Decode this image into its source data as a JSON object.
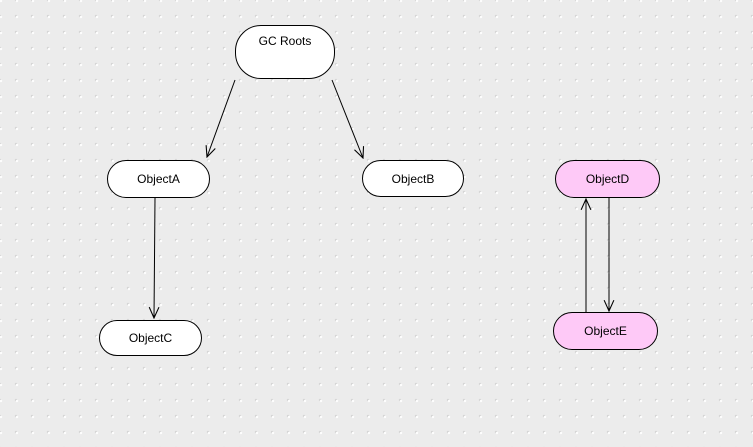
{
  "diagram": {
    "nodes": [
      {
        "label": "GC Roots",
        "fill": "#ffffff"
      },
      {
        "label": "ObjectA",
        "fill": "#ffffff"
      },
      {
        "label": "ObjectB",
        "fill": "#ffffff"
      },
      {
        "label": "ObjectC",
        "fill": "#ffffff"
      },
      {
        "label": "ObjectD",
        "fill": "#fec9f7"
      },
      {
        "label": "ObjectE",
        "fill": "#fec9f7"
      }
    ],
    "edges": [
      {
        "from": "GC Roots",
        "to": "ObjectA"
      },
      {
        "from": "GC Roots",
        "to": "ObjectB"
      },
      {
        "from": "ObjectA",
        "to": "ObjectC"
      },
      {
        "from": "ObjectE",
        "to": "ObjectD"
      },
      {
        "from": "ObjectD",
        "to": "ObjectE"
      }
    ],
    "colors": {
      "canvas_background": "#ececec",
      "grid_dot": "#d5d5d5",
      "node_border": "#000000",
      "default_node_fill": "#ffffff",
      "highlight_node_fill": "#fec9f7",
      "edge_stroke": "#000000"
    }
  }
}
